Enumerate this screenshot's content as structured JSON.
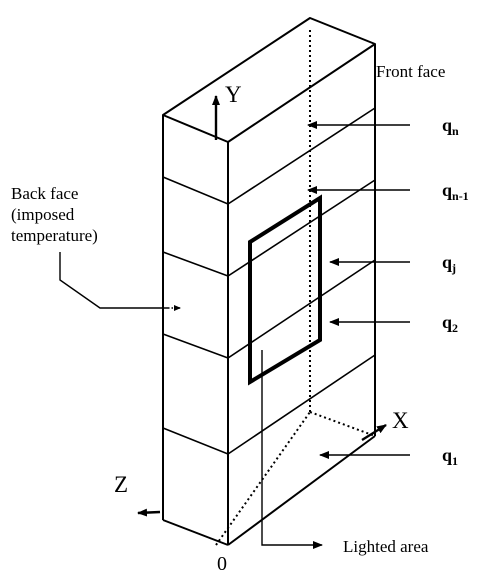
{
  "labels": {
    "front_face": "Front face",
    "back_face_l1": "Back face",
    "back_face_l2": "(imposed",
    "back_face_l3": "temperature)",
    "lighted_area": "Lighted area",
    "origin": "0"
  },
  "axes": {
    "x": "X",
    "y": "Y",
    "z": "Z"
  },
  "q_labels": [
    {
      "base": "q",
      "sub": "n"
    },
    {
      "base": "q",
      "sub": "n-1"
    },
    {
      "base": "q",
      "sub": "j"
    },
    {
      "base": "q",
      "sub": "2"
    },
    {
      "base": "q",
      "sub": "1"
    }
  ]
}
